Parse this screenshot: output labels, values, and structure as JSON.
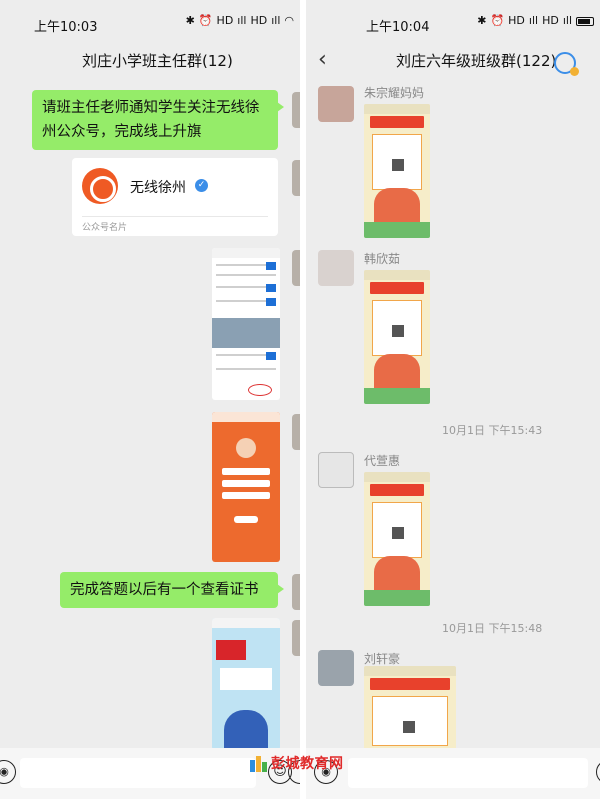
{
  "left_chat": {
    "status_time": "上午10:03",
    "title": "刘庄小学班主任群(12)",
    "messages": [
      "请班主任老师通知学生关注无线徐州公众号，完成线上升旗",
      "完成答题以后有一个查看证书"
    ],
    "card": {
      "name": "无线徐州",
      "label": "公众号名片"
    }
  },
  "right_chat": {
    "status_time": "上午10:04",
    "title": "刘庄六年级班级群(122)",
    "back_icon": "chevron-left-icon",
    "senders": [
      "朱宗耀妈妈",
      "韩欣茹",
      "代萱惠",
      "刘轩豪"
    ],
    "timestamps": [
      "10月1日 下午15:43",
      "10月1日 下午15:48"
    ]
  },
  "status_icons": {
    "hd": "HD",
    "signal": "ıll",
    "wifi": "wifi-icon",
    "bluetooth": "bluetooth-icon",
    "alarm": "alarm-icon",
    "battery": "battery-icon"
  },
  "input": {
    "voice_glyph": "◉",
    "emoji_glyph": "☺"
  },
  "watermark": {
    "text": "彭城教育网"
  },
  "colors": {
    "chat_bg": "#ededed",
    "bubble_green": "#95ec69",
    "brand_orange": "#ef5a24",
    "verify_blue": "#3b8ee8",
    "watermark_red": "#e02b2b"
  }
}
